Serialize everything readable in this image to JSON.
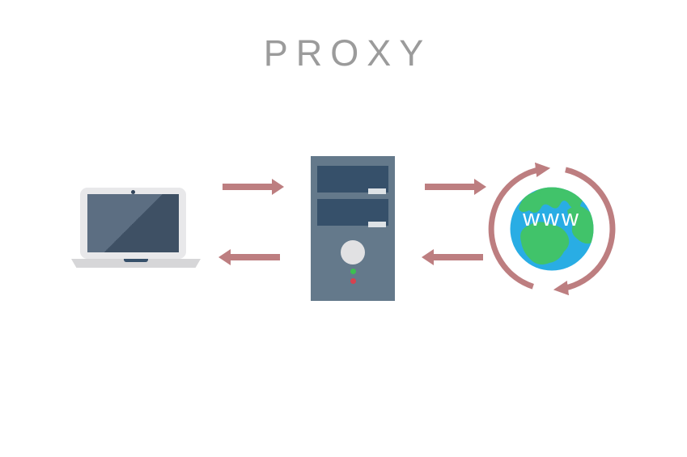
{
  "title": "PROXY",
  "globe": {
    "label": "www"
  },
  "diagram": {
    "nodes": [
      {
        "id": "client",
        "icon": "laptop-icon",
        "description": "client computer"
      },
      {
        "id": "proxy",
        "icon": "server-tower-icon",
        "description": "proxy server"
      },
      {
        "id": "internet",
        "icon": "globe-www-icon",
        "description": "world wide web"
      }
    ],
    "flows": [
      {
        "from": "client",
        "to": "proxy",
        "arrow": "right"
      },
      {
        "from": "proxy",
        "to": "client",
        "arrow": "left"
      },
      {
        "from": "proxy",
        "to": "internet",
        "arrow": "right"
      },
      {
        "from": "internet",
        "to": "proxy",
        "arrow": "left"
      }
    ]
  },
  "colors": {
    "background": "#ffffff",
    "title_text": "#9b9b9b",
    "arrow": "#bd7e80",
    "server_body": "#64798b",
    "server_bay": "#36506a",
    "server_slot": "#dde2e6",
    "led_green": "#3cc050",
    "led_red": "#d8414f",
    "laptop_body": "#e8e8ea",
    "laptop_base": "#d6d6d8",
    "screen_light": "#5c6e82",
    "screen_dark": "#3e5064",
    "globe_ocean": "#29ade4",
    "globe_land": "#41c36a",
    "globe_label_text": "#ffffff"
  }
}
